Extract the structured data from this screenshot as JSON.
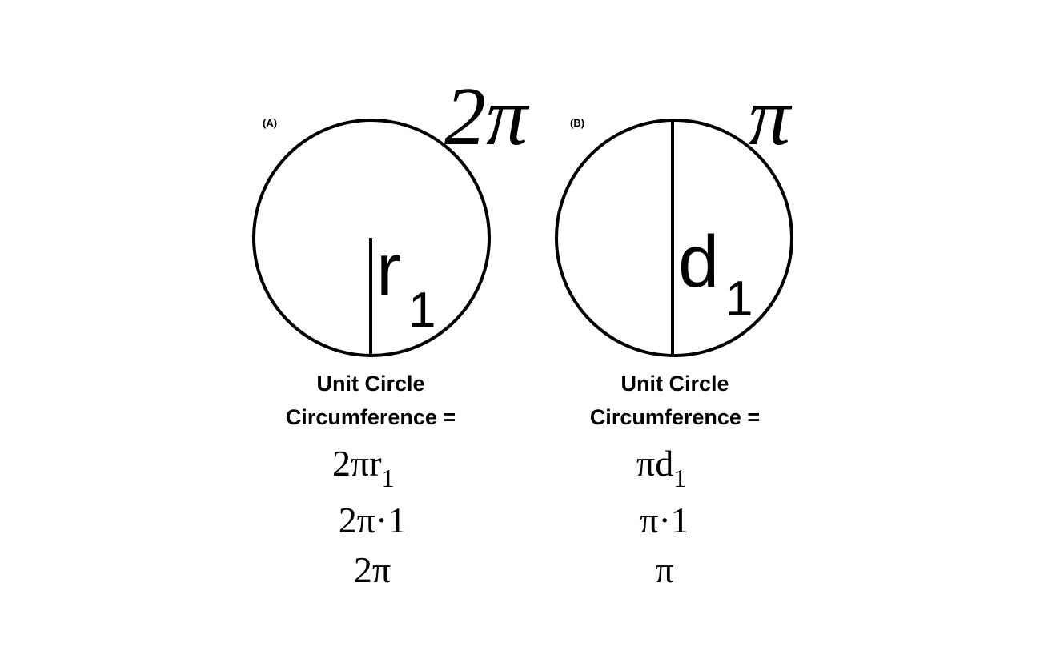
{
  "panel_a": {
    "label": "(A)",
    "corner_value": "2π",
    "line_symbol": "r",
    "line_subscript": "1",
    "caption_line1": "Unit Circle",
    "caption_line2": "Circumference =",
    "step1_main": "2πr",
    "step1_sub": "1",
    "step2": "2π·1",
    "step3": "2π"
  },
  "panel_b": {
    "label": "(B)",
    "corner_value": "π",
    "line_symbol": "d",
    "line_subscript": "1",
    "caption_line1": "Unit Circle",
    "caption_line2": "Circumference =",
    "step1_main": "πd",
    "step1_sub": "1",
    "step2": "π·1",
    "step3": "π"
  },
  "colors": {
    "stroke": "#000000",
    "background": "#ffffff"
  }
}
